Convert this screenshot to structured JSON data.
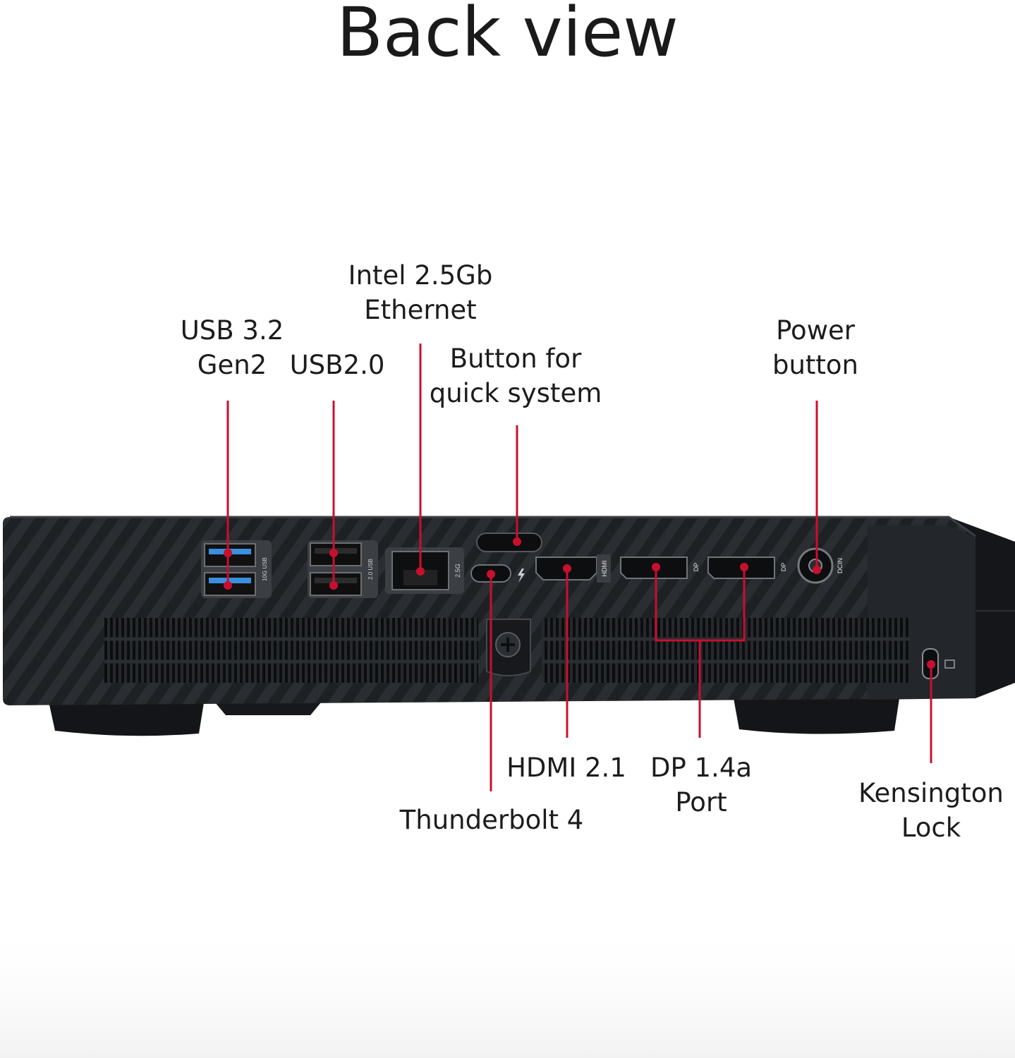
{
  "title": "Back view",
  "colors": {
    "callout": "#c8102e",
    "chassis": "#1e2124",
    "background": "#ffffff",
    "usb3_accent": "#3a8fe0"
  },
  "port_labels": {
    "usb3": "10G USB",
    "usb2": "2.0 USB",
    "lan": "2.5G",
    "hdmi": "HDMI",
    "dp1": "DP",
    "dp2": "DP",
    "dcin": "DCIN"
  },
  "callouts": [
    {
      "id": "usb32",
      "lines": [
        "USB 3.2",
        "Gen2"
      ]
    },
    {
      "id": "usb20",
      "lines": [
        "USB2.0"
      ]
    },
    {
      "id": "ethernet",
      "lines": [
        "Intel 2.5Gb",
        "Ethernet"
      ]
    },
    {
      "id": "quickbtn",
      "lines": [
        "Button for",
        "quick system"
      ]
    },
    {
      "id": "power",
      "lines": [
        "Power",
        "button"
      ]
    },
    {
      "id": "hdmi",
      "lines": [
        "HDMI 2.1"
      ]
    },
    {
      "id": "dp",
      "lines": [
        "DP 1.4a",
        "Port"
      ]
    },
    {
      "id": "tb4",
      "lines": [
        "Thunderbolt 4"
      ]
    },
    {
      "id": "kensington",
      "lines": [
        "Kensington",
        "Lock"
      ]
    }
  ]
}
